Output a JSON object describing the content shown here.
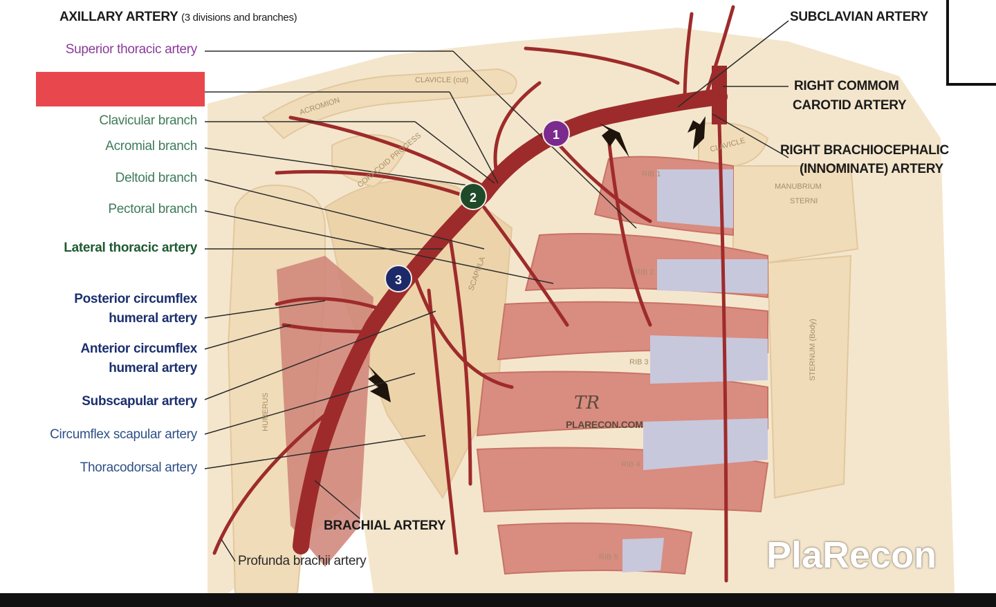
{
  "title": {
    "main": "AXILLARY ARTERY",
    "sub": "(3 divisions and branches)"
  },
  "left_labels": [
    {
      "id": "superior-thoracic",
      "text": "Superior thoracic artery",
      "color": "#8a3a9a"
    },
    {
      "id": "clavicular",
      "text": "Clavicular branch",
      "color": "#3f7b5a"
    },
    {
      "id": "acromial",
      "text": "Acromial branch",
      "color": "#3f7b5a"
    },
    {
      "id": "deltoid",
      "text": "Deltoid branch",
      "color": "#3f7b5a"
    },
    {
      "id": "pectoral",
      "text": "Pectoral branch",
      "color": "#3f7b5a"
    },
    {
      "id": "lateral-thoracic",
      "text": "Lateral thoracic artery",
      "color": "#1f5a30"
    },
    {
      "id": "posterior-circumflex-1",
      "text": "Posterior circumflex",
      "color": "#1c2f6e"
    },
    {
      "id": "posterior-circumflex-2",
      "text": "humeral artery",
      "color": "#1c2f6e"
    },
    {
      "id": "anterior-circumflex-1",
      "text": "Anterior circumflex",
      "color": "#1c2f6e"
    },
    {
      "id": "anterior-circumflex-2",
      "text": "humeral artery",
      "color": "#1c2f6e"
    },
    {
      "id": "subscapular",
      "text": "Subscapular artery",
      "color": "#1c2f6e"
    },
    {
      "id": "circumflex-scapular",
      "text": "Circumflex scapular artery",
      "color": "#2d4f86"
    },
    {
      "id": "thoracodorsal",
      "text": "Thoracodorsal artery",
      "color": "#2d4f86"
    }
  ],
  "right_labels": {
    "subclavian": "SUBCLAVIAN ARTERY",
    "carotid_1": "RIGHT COMMOM",
    "carotid_2": "CAROTID ARTERY",
    "brachiocephalic_1": "RIGHT BRACHIOCEPHALIC",
    "brachiocephalic_2": "(INNOMINATE) ARTERY"
  },
  "bottom_labels": {
    "brachial": "BRACHIAL ARTERY",
    "profunda": "Profunda brachii artery"
  },
  "badges": [
    {
      "n": "1",
      "color": "#7b2a8e"
    },
    {
      "n": "2",
      "color": "#1f4a2a"
    },
    {
      "n": "3",
      "color": "#1c2a6a"
    }
  ],
  "bone_labels": {
    "clavicle_top": "CLAVICLE (cut)",
    "acromion": "ACROMION",
    "coracoid": "CORACOID PROCESS",
    "scapula": "SCAPULA",
    "humerus": "HUMERUS",
    "clavicle_right": "CLAVICLE",
    "manubrium_1": "MANUBRIUM",
    "manubrium_2": "STERNI",
    "sternum": "STERNUM (Body)",
    "rib1": "RIB 1",
    "rib2": "RIB 2",
    "rib3": "RIB 3",
    "rib4": "RIB 4",
    "rib5": "RIB 5"
  },
  "credits": {
    "site": "PLARECON.COM",
    "watermark": "PlaRecon"
  },
  "colors": {
    "artery": "#9e2b2b",
    "bone": "#f0dcb8",
    "muscle": "#d98c80",
    "cartilage": "#c8c8dc",
    "skin": "#f4e6cc",
    "hidden_box": "#e8474e"
  }
}
